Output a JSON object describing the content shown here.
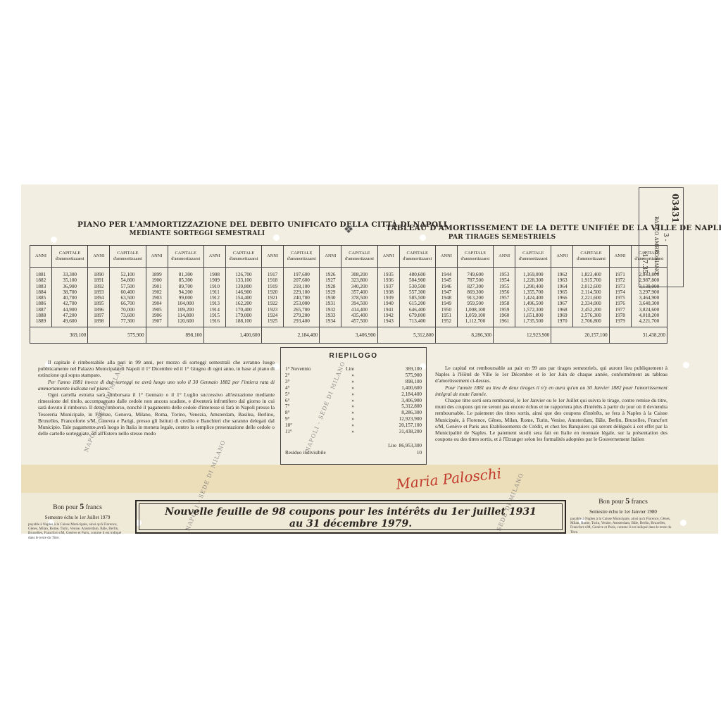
{
  "title_it": "PIANO PER L'AMMORTIZZAZIONE DEL DEBITO UNIFICATO DELLA CITTÀ DI NAPOLI",
  "subtitle_it": "MEDIANTE SORTEGGI SEMESTRALI",
  "title_fr": "TABLEAU D'AMORTISSEMENT DE LA DETTE UNIFIÉE DE LA VILLE DE NAPLES",
  "subtitle_fr": "PAR TIRAGES SEMESTRIELS",
  "stamp": {
    "number": "03431",
    "line2": "- 3 -",
    "line3": "BANCO AMBROSIANO",
    "date": "-1.7.35"
  },
  "table": {
    "col_anni": "ANNI",
    "col_capitale": "CAPITALE d'ammortizzarsi",
    "groups": [
      {
        "years": "1881\n1882\n1883\n1884\n1885\n1886\n1887\n1888\n1889",
        "values": "33,300\n35,100\n36,900\n38,700\n40,700\n42,700\n44,900\n47,200\n49,600",
        "total": "369,100"
      },
      {
        "years": "1890\n1891\n1892\n1893\n1894\n1895\n1896\n1897\n1898",
        "values": "52,100\n54,800\n57,500\n60,400\n63,500\n66,700\n70,000\n73,600\n77,300",
        "total": "575,900"
      },
      {
        "years": "1899\n1900\n1901\n1902\n1903\n1904\n1905\n1906\n1907",
        "values": "81,300\n85,300\n89,700\n94,200\n99,000\n104,000\n109,200\n114,800\n120,600",
        "total": "898,100"
      },
      {
        "years": "1908\n1909\n1910\n1911\n1912\n1913\n1914\n1915\n1916",
        "values": "126,700\n133,100\n139,800\n146,900\n154,400\n162,200\n170,400\n179,000\n188,100",
        "total": "1,400,600"
      },
      {
        "years": "1917\n1918\n1919\n1920\n1921\n1922\n1923\n1924\n1925",
        "values": "197,600\n207,600\n218,100\n229,100\n240,700\n253,000\n265,700\n279,200\n293,400",
        "total": "2,184,400"
      },
      {
        "years": "1926\n1927\n1928\n1929\n1930\n1931\n1932\n1933\n1934",
        "values": "308,200\n323,800\n340,200\n357,400\n378,500\n394,500\n414,400\n435,400\n457,500",
        "total": "3,406,900"
      },
      {
        "years": "1935\n1936\n1937\n1938\n1939\n1940\n1941\n1942\n1943",
        "values": "480,600\n504,900\n530,500\n557,300\n585,500\n615,200\n646,400\n679,000\n713,400",
        "total": "5,312,800"
      },
      {
        "years": "1944\n1945\n1946\n1947\n1948\n1949\n1950\n1951\n1952",
        "values": "749,600\n787,500\n827,300\n869,300\n913,200\n959,500\n1,008,100\n1,059,100\n1,112,700",
        "total": "8,286,300"
      },
      {
        "years": "1953\n1954\n1955\n1956\n1957\n1958\n1959\n1960\n1961",
        "values": "1,169,000\n1,228,300\n1,290,400\n1,355,700\n1,424,400\n1,496,500\n1,572,300\n1,651,800\n1,735,500",
        "total": "12,923,900"
      },
      {
        "years": "1962\n1963\n1964\n1965\n1966\n1967\n1968\n1969\n1970",
        "values": "1,823,400\n1,915,700\n2,012,600\n2,114,500\n2,221,600\n2,334,000\n2,452,200\n2,576,300\n2,706,800",
        "total": "20,157,100"
      },
      {
        "years": "1971\n1972\n1973\n1974\n1975\n1976\n1977\n1978\n1979",
        "values": "2,843,800\n2,987,800\n3,139,000\n3,297,900\n3,464,900\n3,640,300\n3,824,600\n4,018,200\n4,221,700",
        "total": "31,438,200"
      }
    ]
  },
  "para_it": [
    "Il capitale è rimborsabile alla pari in 99 anni, per mezzo di sorteggi semestrali che avranno luogo pubblicamente nel Palazzo Municipale di Napoli il 1° Dicembre ed il 1° Giugno di ogni anno, in base al piano di estinzione qui sopra stampato.",
    "Per l'anno 1881 invece di due sorteggi ne avrà luogo uno solo il 30 Gennaio 1882 per l'intiera rata di ammortamento indicata nel piano.",
    "Ogni cartella estratta sarà rimborsata il 1° Gennaio o il 1° Luglio successivo all'estrazione mediante rimessione del titolo, accompagnato dalle cedole non ancora scadute, e diventerà infruttifero dal giorno in cui sarà dovuto il rimborso. Il detto rimborso, nonchè il pagamento delle cedole d'interesse si farà in Napoli presso la Tesoreria Municipale, in Firenze, Genova, Milano, Roma, Torino, Venezia, Amsterdam, Basilea, Berlino, Bruxelles, Francoforte s/M, Ginevra e Parigi, presso gli Istituti di credito e Banchieri che saranno delegati dal Municipio. Tale pagamento avrà luogo in Italia in moneta legale, contro la semplice presentazione delle cedole o delle cartelle sorteggiate, ed all'Estero nello stesso modo"
  ],
  "para_fr": [
    "Le capital est remboursable au pair en 99 ans par tirages semestriels, qui auront lieu publiquement à Naples à l'Hôtel de Ville le 1er Décembre et le 1er Juin de chaque année, conformément au tableau d'amortissement ci-dessus.",
    "Pour l'année 1881 au lieu de deux tirages il n'y en aura qu'un au 30 Janvier 1882 pour l'amortissement intégral de toute l'année.",
    "Chaque titre sorti sera remboursé, le 1er Janvier ou le 1er Juillet qui suivra le tirage, contre remise du titre, muni des coupons qui ne seront pas encore échus et ne rapportera plus d'intérêts à partir du jour où il deviendra remboursable. Le paiement des titres sortis, ainsi que des coupons d'intérêts, se fera à Naples à la Caisse Municipale, à Florence, Gênes, Milan, Rome, Turin, Venise, Amsterdam, Bâle, Berlin, Bruxelles, Francfort s/M, Genève et Paris aux Etablissements de Crédit, et chez les Banquiers qui seront délégués à cet effet par la Municipalité de Naples. Le paiement susdit sera fait en Italie en monnaie légale, sur la présentation des coupons ou des titres sortis, et à l'Etranger selon les formalités adoptées par le Gouvernement Italien"
  ],
  "riepilogo": {
    "title": "RIEPILOGO",
    "rows": [
      {
        "label": "1° Novennio",
        "cur": "Lire",
        "value": "369,100"
      },
      {
        "label": "2°",
        "cur": "»",
        "value": "575,900"
      },
      {
        "label": "3°",
        "cur": "»",
        "value": "898,100"
      },
      {
        "label": "4°",
        "cur": "»",
        "value": "1,400,600"
      },
      {
        "label": "5°",
        "cur": "»",
        "value": "2,184,400"
      },
      {
        "label": "6°",
        "cur": "»",
        "value": "3,406,900"
      },
      {
        "label": "7°",
        "cur": "»",
        "value": "5,312,800"
      },
      {
        "label": "8°",
        "cur": "»",
        "value": "8,286,300"
      },
      {
        "label": "9°",
        "cur": "»",
        "value": "12,923,900"
      },
      {
        "label": "10°",
        "cur": "»",
        "value": "20,157,100"
      },
      {
        "label": "11°",
        "cur": "»",
        "value": "31,438,200"
      }
    ],
    "total_cur": "Lire",
    "total": "86,953,300",
    "residuo_label": "Residuo indivisibile",
    "residuo": "10"
  },
  "signature": "Maria Paloschi",
  "banner_line1": "Nouvelle feuille de 98 coupons pour les intérêts du 1er juillet 1931",
  "banner_line2": "au 31 décembre 1979.",
  "bon_left": {
    "big1": "Bon pour",
    "big2": "5",
    "big3": "francs",
    "sm": "Semestre échu le 1er Juillet 1979",
    "fine": "payable à Naples à la Caisse Municipale, ainsi qu'à Florence, Gênes, Milan, Rome, Turin, Venise, Amsterdam, Bâle, Berlin, Bruxelles, Francfort s/M, Genève et Paris, comme il est indiqué dans le texte du Titre."
  },
  "bon_right": {
    "big1": "Bon pour",
    "big2": "5",
    "big3": "francs",
    "sm": "Semestre échu le 1er Janvier 1980",
    "fine": "payable à Naples à la Caisse Municipale, ainsi qu'à Florence, Gênes, Milan, Rome, Turin, Venise, Amsterdam, Bâle, Berlin, Bruxelles, Francfort s/M, Genève et Paris, comme il est indiqué dans le texte du Titre."
  },
  "watermarks": [
    "NAPOLI - SEDE DI MILANO",
    "NAPOLI - SEDE DI MILANO",
    "NAPOLI - SEDE DI MILANO",
    "SEDE DI MILANO"
  ]
}
